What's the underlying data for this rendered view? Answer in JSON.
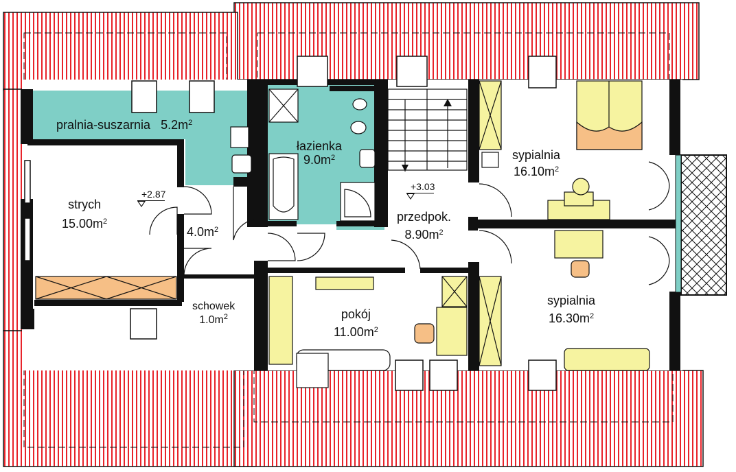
{
  "colors": {
    "roof_red": "#e8232a",
    "wall": "#111111",
    "wet_room": "#7fcfc6",
    "furniture_yellow": "#f6f3a0",
    "furniture_orange": "#f6bf86"
  },
  "rooms": {
    "pralnia": {
      "name": "pralnia-suszarnia",
      "area": "5.2m",
      "exp": "2"
    },
    "lazienka": {
      "name": "łazienka",
      "area": "9.0m",
      "exp": "2"
    },
    "strych": {
      "name": "strych",
      "area": "15.00m",
      "exp": "2"
    },
    "hall_small": {
      "area": "4.0m",
      "exp": "2"
    },
    "schowek": {
      "name": "schowek",
      "area": "1.0m",
      "exp": "2"
    },
    "przedpok": {
      "name": "przedpok.",
      "area": "8.90m",
      "exp": "2"
    },
    "pokoj": {
      "name": "pokój",
      "area": "11.00m",
      "exp": "2"
    },
    "sypialnia_top": {
      "name": "sypialnia",
      "area": "16.10m",
      "exp": "2"
    },
    "sypialnia_bottom": {
      "name": "sypialnia",
      "area": "16.30m",
      "exp": "2"
    }
  },
  "levels": {
    "strych_level": "+2.87",
    "stairs_level": "+3.03"
  }
}
